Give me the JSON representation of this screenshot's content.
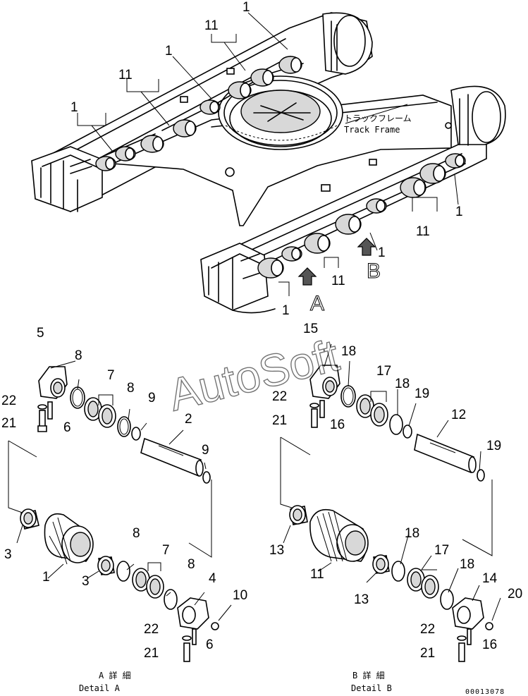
{
  "frame_label_jp": "トラックフレーム",
  "frame_label_en": "Track Frame",
  "watermark": "AutoSoft",
  "view_letters": {
    "a": "A",
    "b": "B"
  },
  "detail_a": {
    "jp": "A 詳 細",
    "en": "Detail A"
  },
  "detail_b": {
    "jp": "B 詳 細",
    "en": "Detail B"
  },
  "drawing_number": "00013078",
  "callouts_top": [
    "1",
    "11",
    "1",
    "11",
    "1",
    "1",
    "11",
    "1",
    "11",
    "1"
  ],
  "callouts_a": [
    "5",
    "8",
    "7",
    "8",
    "22",
    "21",
    "6",
    "9",
    "2",
    "9",
    "3",
    "1",
    "8",
    "7",
    "3",
    "8",
    "4",
    "10",
    "22",
    "6",
    "21"
  ],
  "callouts_b": [
    "15",
    "18",
    "17",
    "18",
    "22",
    "19",
    "21",
    "16",
    "12",
    "19",
    "13",
    "11",
    "18",
    "17",
    "13",
    "18",
    "14",
    "20",
    "22",
    "16",
    "21"
  ]
}
